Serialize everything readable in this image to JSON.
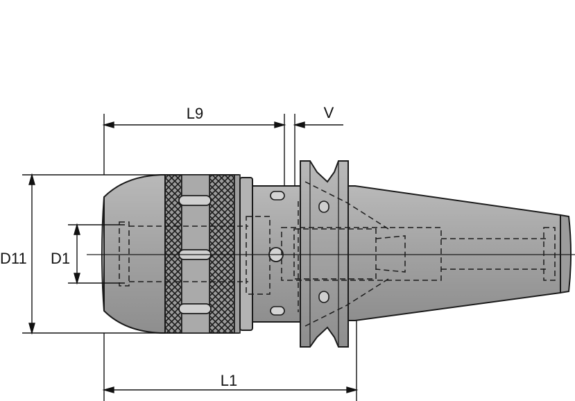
{
  "labels": {
    "l9": "L9",
    "v": "V",
    "d11": "D11",
    "d1": "D1",
    "l1": "L1"
  },
  "colors": {
    "outline": "#1a1a1a",
    "body": "#a7a7a7",
    "body_light": "#c9c9c9",
    "body_shadow": "#8a8a8a",
    "dim_line": "#111111",
    "background": "#ffffff"
  }
}
